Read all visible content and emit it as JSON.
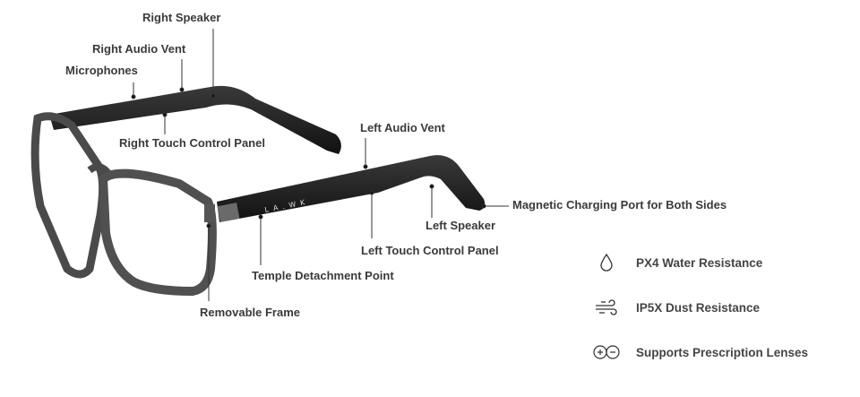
{
  "brand_mark": "LA.WK",
  "callouts": [
    {
      "id": "right-speaker",
      "label": "Right Speaker"
    },
    {
      "id": "right-audio-vent",
      "label": "Right Audio Vent"
    },
    {
      "id": "microphones",
      "label": "Microphones"
    },
    {
      "id": "right-touch-control-panel",
      "label": "Right Touch Control Panel"
    },
    {
      "id": "left-audio-vent",
      "label": "Left Audio Vent"
    },
    {
      "id": "magnetic-charging-port",
      "label": "Magnetic Charging Port for Both Sides"
    },
    {
      "id": "left-speaker",
      "label": "Left Speaker"
    },
    {
      "id": "left-touch-control-panel",
      "label": "Left Touch Control Panel"
    },
    {
      "id": "temple-detachment-point",
      "label": "Temple Detachment Point"
    },
    {
      "id": "removable-frame",
      "label": "Removable Frame"
    }
  ],
  "features": [
    {
      "icon": "water-drop-icon",
      "label": "PX4 Water Resistance"
    },
    {
      "icon": "wind-dust-icon",
      "label": "IP5X Dust Resistance"
    },
    {
      "icon": "prescription-lens-icon",
      "label": "Supports Prescription Lenses"
    }
  ]
}
